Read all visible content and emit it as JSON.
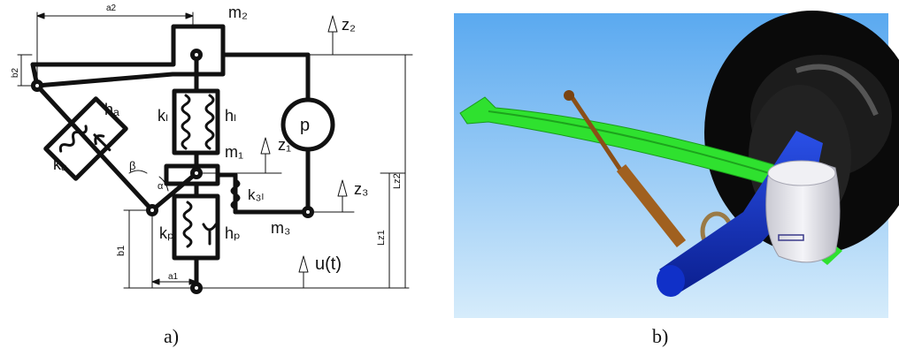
{
  "diagram": {
    "labels": {
      "m2": "m₂",
      "z2": "z₂",
      "a2": "a2",
      "b2": "b2",
      "p": "p",
      "ha": "hₐ",
      "ka": "kₐ",
      "kl": "kₗ",
      "hl": "hₗ",
      "beta": "β",
      "alpha": "α",
      "m1": "m₁",
      "z1": "z₁",
      "z3": "z₃",
      "k3l": "k₃ₗ",
      "m3": "m₃",
      "kp": "kₚ",
      "hp": "hₚ",
      "lz2": "Lz2",
      "lz1": "Lz1",
      "b1": "b1",
      "a1": "a1",
      "ut": "u(t)"
    }
  },
  "captions": {
    "a": "a)",
    "b": "b)"
  },
  "colors": {
    "line": "#111111",
    "sky_top": "#5aa9f0",
    "sky_bottom": "#d6ecfb",
    "leaf_spring": "#33ee33",
    "axle": "#1030c8",
    "damper": "#9a5a1e",
    "tire": "#0a0a0a",
    "hub": "#e4e4ea"
  }
}
